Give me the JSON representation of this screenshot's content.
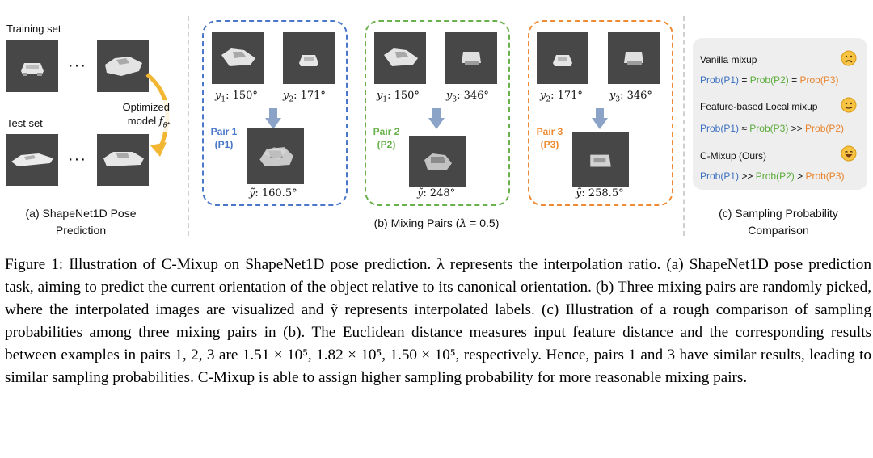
{
  "panel_a": {
    "training_label": "Training set",
    "test_label": "Test set",
    "dots": "···",
    "model_line1": "Optimized",
    "model_line2": "model",
    "model_symbol": "f",
    "model_subscript": "θ*",
    "caption_line1": "(a) ShapeNet1D Pose",
    "caption_line2": "Prediction"
  },
  "panel_b": {
    "pairs": [
      {
        "tag_line1": "Pair 1",
        "tag_line2": "(P1)",
        "left_var": "y",
        "left_sub": "1",
        "left_val": ": 150°",
        "right_var": "y",
        "right_sub": "2",
        "right_val": ": 171°",
        "result": ": 160.5°",
        "color": "#4a78c8"
      },
      {
        "tag_line1": "Pair 2",
        "tag_line2": "(P2)",
        "left_var": "y",
        "left_sub": "1",
        "left_val": ": 150°",
        "right_var": "y",
        "right_sub": "3",
        "right_val": ": 346°",
        "result": ": 248°",
        "color": "#6ab04c"
      },
      {
        "tag_line1": "Pair 3",
        "tag_line2": "(P3)",
        "left_var": "y",
        "left_sub": "2",
        "left_val": ": 171°",
        "right_var": "y",
        "right_sub": "3",
        "right_val": ": 346°",
        "result": ": 258.5°",
        "color": "#ef8b34"
      }
    ],
    "result_var": "ỹ",
    "caption_prefix": "(b) Mixing Pairs (",
    "caption_lambda": "λ",
    "caption_suffix": " = 0.5)"
  },
  "panel_c": {
    "rows": [
      {
        "title": "Vanilla mixup",
        "p1": "Prob(P1)",
        "op1": " = ",
        "p2": "Prob(P2)",
        "op2": " = ",
        "p3": "Prob(P3)",
        "order": [
          "p1",
          "op1",
          "p2",
          "op2",
          "p3"
        ],
        "emoji": "sad-face-icon"
      },
      {
        "title": "Feature-based Local mixup",
        "p1": "Prob(P1)",
        "op1": " ≈ ",
        "p2": "Prob(P3)",
        "op2": " >> ",
        "p3": "Prob(P2)",
        "order": [
          "p1",
          "op1",
          "p2",
          "op2",
          "p3"
        ],
        "emoji": "neutral-face-icon"
      },
      {
        "title": "C-Mixup (Ours)",
        "p1": "Prob(P1)",
        "op1": " >> ",
        "p2": "Prob(P2)",
        "op2": " > ",
        "p3": "Prob(P3)",
        "order": [
          "p1",
          "op1",
          "p2",
          "op2",
          "p3"
        ],
        "emoji": "happy-face-icon"
      }
    ],
    "caption_line1": "(c) Sampling Probability",
    "caption_line2": "Comparison"
  },
  "figure_caption": {
    "label": "Figure 1:",
    "text": " Illustration of C-Mixup on ShapeNet1D pose prediction. λ represents the interpolation ratio. (a) ShapeNet1D pose prediction task, aiming to predict the current orientation of the object relative to its canonical orientation. (b) Three mixing pairs are randomly picked, where the interpolated images are visualized and ỹ represents interpolated labels. (c) Illustration of a rough comparison of sampling probabilities among three mixing pairs in (b). The Euclidean distance measures input feature distance and the corresponding results between examples in pairs 1, 2, 3 are 1.51 × 10⁵, 1.82 × 10⁵, 1.50 × 10⁵, respectively. Hence, pairs 1 and 3 have similar results, leading to similar sampling probabilities. C-Mixup is able to assign higher sampling probability for more reasonable mixing pairs."
  },
  "colors": {
    "pair1": "#4a78c8",
    "pair2": "#6ab04c",
    "pair3": "#ef8b34",
    "arrow": "#8aa3c7",
    "image_bg": "#474747",
    "curve_arrow": "#f2b632"
  }
}
